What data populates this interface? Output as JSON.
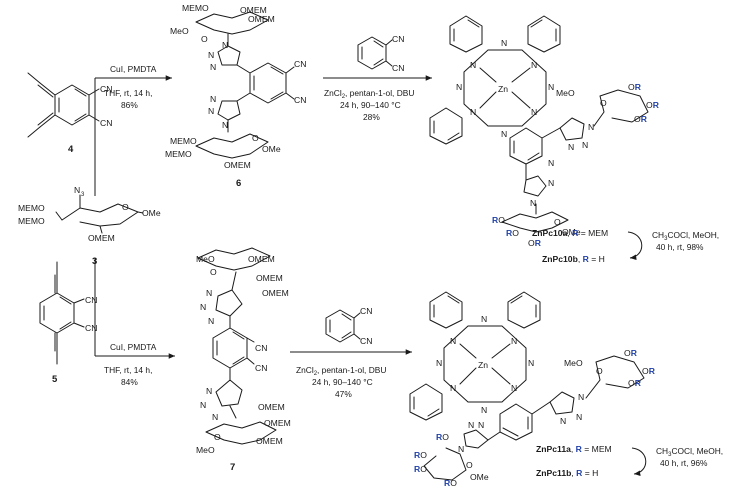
{
  "compounds": {
    "c4": "4",
    "c3": "3",
    "c5": "5",
    "c6": "6",
    "c7": "7"
  },
  "atoms": {
    "cn": "CN",
    "n3": "N",
    "n3_sub": "3",
    "n": "N",
    "zn": "Zn",
    "meo": "MeO",
    "ome": "OMe",
    "mem": "MEM",
    "memo": "MEMO",
    "omem": "OMEM",
    "o": "O",
    "r": "R",
    "ro": "RO",
    "or": "OR",
    "r_letter": "R"
  },
  "reactions": {
    "r1": {
      "line1": "CuI, PMDTA",
      "line2": "THF, rt, 14 h,",
      "line3": "86%"
    },
    "r2": {
      "line1": "ZnCl",
      "line1_sub": "2",
      "line1_rest": ", pentan-1-ol, DBU",
      "line2": "24 h, 90–140 °C",
      "line3": "28%"
    },
    "r3": {
      "line1": "CuI, PMDTA",
      "line2": "THF, rt, 14 h,",
      "line3": "84%"
    },
    "r4": {
      "line1": "ZnCl",
      "line1_sub": "2",
      "line1_rest": ", pentan-1-ol, DBU",
      "line2": "24 h, 90–140 °C",
      "line3": "47%"
    },
    "deprot1": {
      "line1": "CH",
      "line1_sub": "3",
      "line1_rest": "COCl, MeOH,",
      "line2": "40 h, rt, 98%"
    },
    "deprot2": {
      "line1": "CH",
      "line1_sub": "3",
      "line1_rest": "COCl, MeOH,",
      "line2": "40 h, rt, 96%"
    }
  },
  "products": {
    "p10a_name": "ZnPc10a",
    "p10a_r": "R",
    "p10a_eq": " = MEM",
    "p10b_name": "ZnPc10b",
    "p10b_r": "R",
    "p10b_eq": " = H",
    "p11a_name": "ZnPc11a",
    "p11a_r": "R",
    "p11a_eq": " = MEM",
    "p11b_name": "ZnPc11b",
    "p11b_r": "R",
    "p11b_eq": " = H"
  },
  "colors": {
    "r_group": "#1f3fa8",
    "ink": "#1a1a1a"
  }
}
